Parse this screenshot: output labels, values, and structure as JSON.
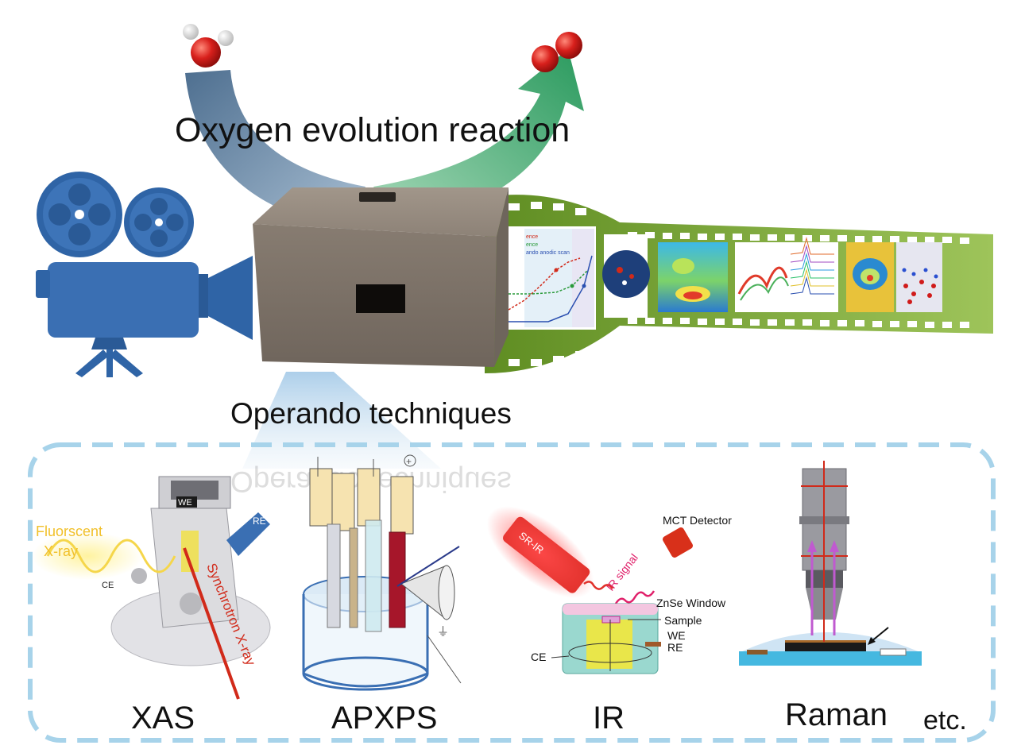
{
  "reaction": {
    "title": "Oxygen evolution reaction",
    "reactant_icon": "water-molecule-icon",
    "product_icon": "oxygen-molecule-icon"
  },
  "projector": {
    "camera_icon": "movie-camera-icon",
    "box_icon": "black-box-icon",
    "filmstrip_icon": "film-strip-icon",
    "frames": [
      "ldh-polarization-plot",
      "sphere-model",
      "wavelet-contour-map",
      "spectra-waterfall",
      "contour-map-pair"
    ],
    "frame_legend": [
      "ence",
      "ence",
      "ando anodic scan"
    ]
  },
  "operando": {
    "title": "Operando techniques",
    "mirror_text": "Operando techniques"
  },
  "techniques": [
    {
      "name": "XAS",
      "icon": "xas-cell-icon",
      "labels": {
        "we": "WE",
        "re": "RE",
        "ce": "CE",
        "fluorescent": [
          "Fluorscent",
          "X-ray"
        ],
        "beam": "Synchrotron X-ray"
      }
    },
    {
      "name": "APXPS",
      "icon": "apxps-cell-icon",
      "labels": {
        "plus": "+",
        "ground": "⏚"
      }
    },
    {
      "name": "IR",
      "icon": "ir-cell-icon",
      "labels": {
        "source": "SR-IR",
        "signal": "IR signal",
        "detector": "MCT Detector",
        "window": "ZnSe Window",
        "sample": "Sample",
        "we": "WE",
        "re": "RE",
        "ce": "CE"
      }
    },
    {
      "name": "Raman",
      "icon": "raman-cell-icon",
      "labels": {}
    }
  ],
  "etc": "etc.",
  "colors": {
    "arrow_in": "#6f8fae",
    "arrow_out": "#2aa06a",
    "camera": "#2f64a6",
    "box": "#8b7f74",
    "film": "#7aa83a",
    "dash": "#9fcfe8",
    "beam": "#d12a1a",
    "oxygen": "#d8201c"
  }
}
